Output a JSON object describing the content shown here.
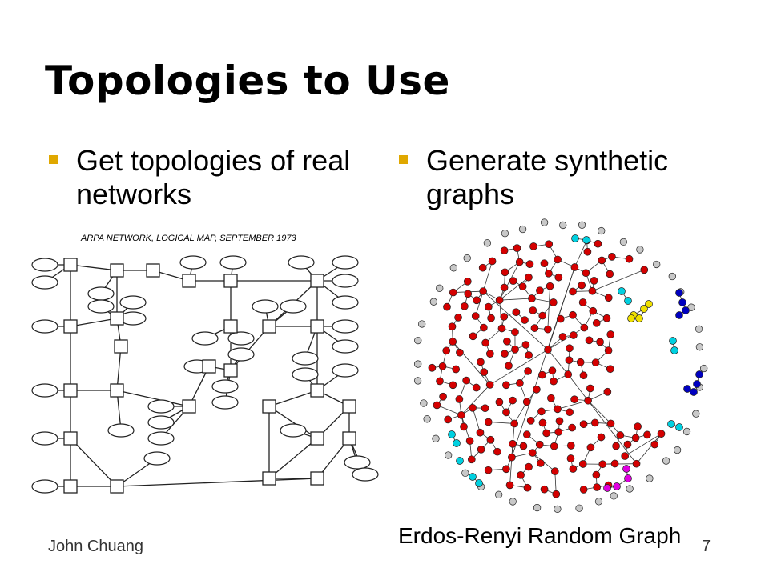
{
  "slide": {
    "title": "Topologies to Use",
    "bullets": [
      "Get topologies of real networks",
      "Generate synthetic graphs"
    ],
    "map_heading": "ARPA NETWORK, LOGICAL MAP, SEPTEMBER 1973",
    "graph_caption": "Erdos-Renyi Random Graph",
    "footer_author": "John Chuang",
    "page_number": "7"
  },
  "colors": {
    "bullet_mark": "#e0a800",
    "red_node": "#d40000",
    "gray_node": "#c8c8c8",
    "cyan_node": "#00d0e0",
    "blue_node": "#0000c0",
    "yellow_node": "#f0e000",
    "magenta_node": "#e000e0"
  }
}
